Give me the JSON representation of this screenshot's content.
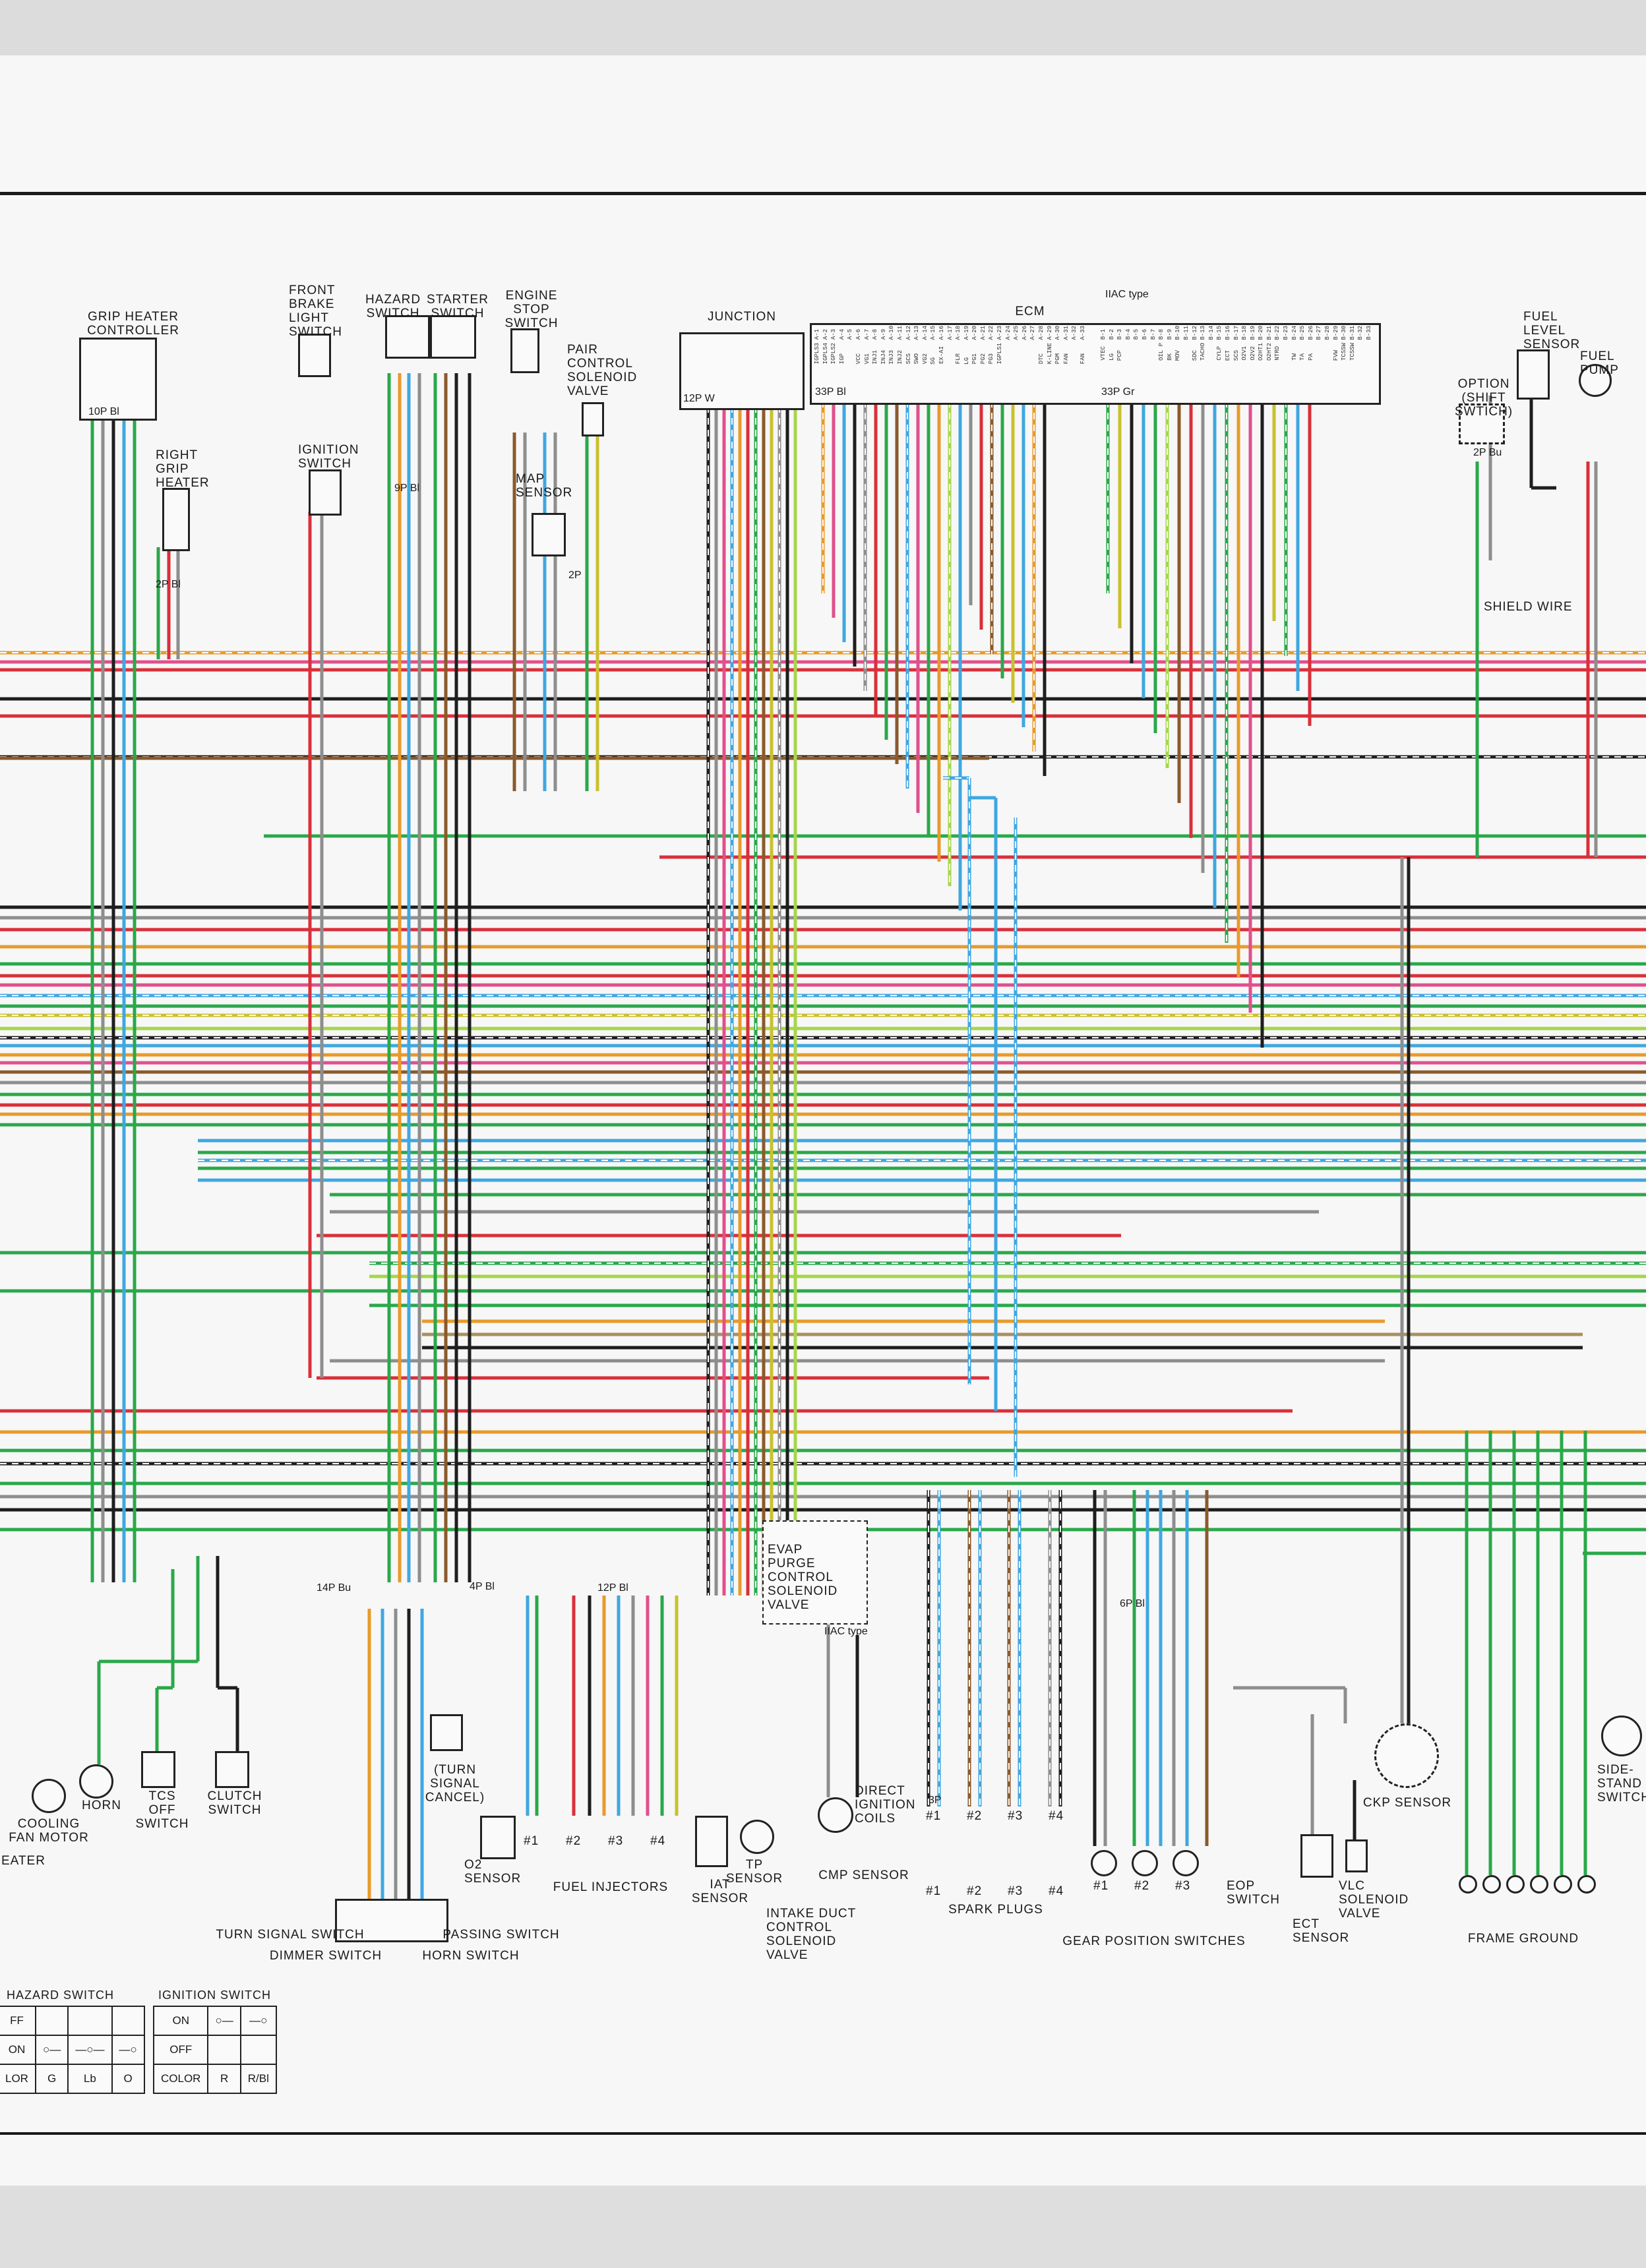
{
  "components": {
    "grip_heater_controller": "GRIP HEATER\nCONTROLLER",
    "right_grip_heater": "RIGHT\nGRIP\nHEATER",
    "front_brake_light_switch": "FRONT\nBRAKE\nLIGHT\nSWITCH",
    "hazard_switch": "HAZARD\nSWITCH",
    "starter_switch": "STARTER\nSWITCH",
    "engine_stop_switch": "ENGINE\nSTOP\nSWITCH",
    "ignition_switch": "IGNITION\nSWITCH",
    "pair_control_solenoid_valve": "PAIR\nCONTROL\nSOLENOID\nVALVE",
    "map_sensor": "MAP\nSENSOR",
    "junction": "JUNCTION",
    "ecm": "ECM",
    "iiac_type_top": "IIAC type",
    "fuel_level_sensor": "FUEL\nLEVEL\nSENSOR",
    "fuel_pump": "FUEL\nPUMP",
    "option_shift_switch": "OPTION\n(Shift Swtich)",
    "shield_wire": "SHIELD WIRE",
    "evap_purge": "EVAP\nPURGE\nCONTROL\nSOLENOID\nVALVE",
    "iiac_type_bottom": "IIAC type",
    "cooling_fan_motor": "COOLING\nFAN MOTOR",
    "horn": "HORN",
    "tcs_off_switch": "TCS\nOFF\nSWITCH",
    "clutch_switch": "CLUTCH\nSWITCH",
    "turn_signal_cancel": "(TURN\nSIGNAL\nCANCEL)",
    "o2_sensor": "O2\nSENSOR",
    "fuel_injectors": "FUEL INJECTORS",
    "iat_sensor": "IAT\nSENSOR",
    "tp_sensor": "TP\nSENSOR",
    "intake_duct": "INTAKE DUCT\nCONTROL\nSOLENOID\nVALVE",
    "cmp_sensor": "CMP SENSOR",
    "direct_ignition_coils": "DIRECT\nIGNITION\nCOILS",
    "spark_plugs": "SPARK PLUGS",
    "gear_position_switches": "GEAR POSITION SWITCHES",
    "eop_switch": "EOP\nSWITCH",
    "ect_sensor": "ECT\nSENSOR",
    "vlc_solenoid_valve": "VLC\nSOLENOID\nVALVE",
    "ckp_sensor": "CKP SENSOR",
    "frame_ground": "FRAME GROUND",
    "side_stand_switch": "SIDE-\nSTAND\nSWITCH",
    "turn_signal_switch": "TURN SIGNAL SWITCH",
    "dimmer_switch": "DIMMER SWITCH",
    "passing_switch": "PASSING SWITCH",
    "horn_switch": "HORN SWITCH",
    "eater_partial": "EATER"
  },
  "cylinder_labels": [
    "#1",
    "#2",
    "#3",
    "#4"
  ],
  "gear_labels": [
    "#1",
    "#2",
    "#3"
  ],
  "connectors": {
    "c33p_bl": "33P Bl",
    "c33p_gr": "33P Gr",
    "c12p_w": "12P W",
    "c10p_bl": "10P Bl",
    "c9p_bl": "9P Bl",
    "c14p_bu": "14P Bu",
    "c12p_bl": "12P Bl",
    "c6p_bl": "6P Bl",
    "c4p_bl": "4P Bl",
    "c2p_bl": "2P Bl",
    "c2p_bu": "2P Bu",
    "c3p": "3P",
    "c2p": "2P"
  },
  "ecm_pins_a": [
    "A-1",
    "A-2",
    "A-3",
    "A-4",
    "A-5",
    "A-6",
    "A-7",
    "A-8",
    "A-9",
    "A-10",
    "A-11",
    "A-12",
    "A-13",
    "A-14",
    "A-15",
    "A-16",
    "A-17",
    "A-18",
    "A-19",
    "A-20",
    "A-21",
    "A-22",
    "A-23",
    "A-24",
    "A-25",
    "A-26",
    "A-27",
    "A-28",
    "A-29",
    "A-30",
    "A-31",
    "A-32",
    "A-33"
  ],
  "ecm_pins_b": [
    "B-1",
    "B-2",
    "B-3",
    "B-4",
    "B-5",
    "B-6",
    "B-7",
    "B-8",
    "B-9",
    "B-10",
    "B-11",
    "B-12",
    "B-13",
    "B-14",
    "B-15",
    "B-16",
    "B-17",
    "B-18",
    "B-19",
    "B-20",
    "B-21",
    "B-22",
    "B-23",
    "B-24",
    "B-25",
    "B-26",
    "B-27",
    "B-28",
    "B-29",
    "B-30",
    "B-31",
    "B-32",
    "B-33"
  ],
  "ecm_funcs_a": [
    "IGPLS3",
    "IGPLS4",
    "IGPLS2",
    "IGP",
    "",
    "VCC",
    "VG1",
    "INJ1",
    "INJ4",
    "INJ3",
    "INJ2",
    "SCS",
    "SWO",
    "VG2",
    "SG",
    "EX-AI",
    "",
    "FLR",
    "LG",
    "PG1",
    "PG2",
    "PG3",
    "IGPLS1",
    "",
    "",
    "",
    "",
    "DTC",
    "K-LINE",
    "PGM",
    "FAN",
    "",
    "FAN"
  ],
  "ecm_funcs_b": [
    "VTEC",
    "LG",
    "PCP",
    "",
    "",
    "",
    "",
    "OIL P",
    "BK",
    "MOV",
    "",
    "SDC",
    "TACHO",
    "",
    "CYLP",
    "ECT",
    "SCS",
    "O2V1",
    "O2V2",
    "O2HT1",
    "O2HT2",
    "NTRD",
    "",
    "TW",
    "TA",
    "PA",
    "",
    "",
    "FVW",
    "TCSSW",
    "TCSSW",
    "",
    ""
  ],
  "hazard_switch_table": {
    "title": "HAZARD SWITCH",
    "rows": [
      [
        "OFF",
        "",
        "",
        ""
      ],
      [
        "ON",
        "",
        "",
        ""
      ],
      [
        "COLOR",
        "G",
        "Lb",
        "O"
      ]
    ],
    "row_labels_visible": [
      "FF",
      "ON",
      "LOR"
    ]
  },
  "ignition_switch_table": {
    "title": "IGNITION SWITCH",
    "rows": [
      [
        "ON",
        "",
        ""
      ],
      [
        "OFF",
        "",
        ""
      ],
      [
        "COLOR",
        "R",
        "R/Bl"
      ]
    ]
  },
  "wire_colors": {
    "green": "#2aa84a",
    "red": "#d9303a",
    "orange": "#e89a2a",
    "blue": "#3fa7e0",
    "pink": "#e0508c",
    "brown": "#8b5a2b",
    "black": "#1e1e1e",
    "gray": "#8e8e8e",
    "yellow": "#c9c12e",
    "lightgreen": "#a6d64a",
    "tan": "#a89060",
    "white": "#ffffff"
  }
}
